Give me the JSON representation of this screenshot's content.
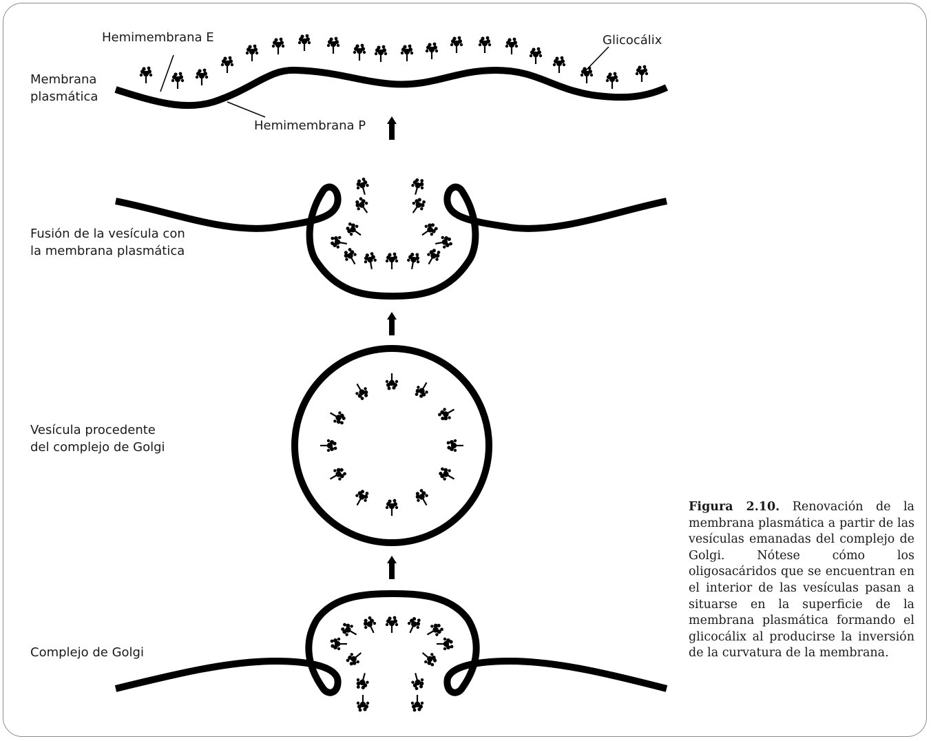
{
  "labels": {
    "hemimembrana_e": "Hemimembrana E",
    "glicocalix": "Glicocálix",
    "membrana_plasmatica_1": "Membrana",
    "membrana_plasmatica_2": "plasmática",
    "hemimembrana_p": "Hemimembrana P",
    "fusion_1": "Fusión de la vesícula con",
    "fusion_2": "la membrana plasmática",
    "vesicula_1": "Vesícula procedente",
    "vesicula_2": "del complejo de Golgi",
    "golgi": "Complejo de Golgi"
  },
  "caption": {
    "figure_label": "Figura 2.10.",
    "text": "Renovación de la membrana plasmática a partir de las vesículas emanadas del complejo de Golgi. Nótese cómo los oligosacáridos que se encuentran en el interior de las vesículas pasan a situarse en la superficie de la membrana plasmática formando el glicocálix al producirse la inversión de la curvatura de la membrana."
  },
  "colors": {
    "membrane": "#000000",
    "frame": "#8a8a8a"
  },
  "icons": [
    "arrow-up-icon",
    "oligosaccharide-icon"
  ]
}
